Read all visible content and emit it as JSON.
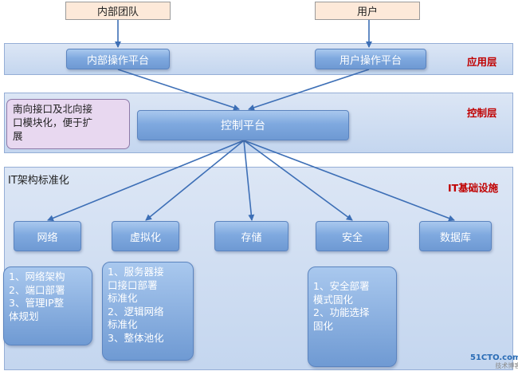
{
  "top_boxes": {
    "internal_team": "内部团队",
    "users": "用户"
  },
  "app_layer": {
    "label": "应用层",
    "internal_platform": "内部操作平台",
    "user_platform": "用户操作平台"
  },
  "control_layer": {
    "label": "控制层",
    "note_lines": [
      "南向接口及北向接",
      "口模块化，便于扩",
      "展"
    ],
    "control_platform": "控制平台"
  },
  "infra_layer": {
    "label": "IT基础设施",
    "standardization": "IT架构标准化",
    "items": [
      "网络",
      "虚拟化",
      "存储",
      "安全",
      "数据库"
    ]
  },
  "notes": {
    "network": [
      "1、网络架构",
      "2、端口部署",
      "3、管理IP整",
      "体规划"
    ],
    "virtualization": [
      "1、服务器接",
      "口接口部署",
      "标准化",
      "2、逻辑网络",
      "标准化",
      "3、整体池化"
    ],
    "security": [
      "1、安全部署",
      "模式固化",
      "2、功能选择",
      "固化"
    ]
  },
  "watermark": {
    "line1": "51CTO.com",
    "line2": "技术博客"
  },
  "colors": {
    "layer_fill": "#c4d6ef",
    "button_fill": "#7fa9df",
    "label_red": "#c00000",
    "top_box_fill": "#fde9d9",
    "note_purple": "#e8d8f0",
    "arrow": "#3d6fb6"
  }
}
